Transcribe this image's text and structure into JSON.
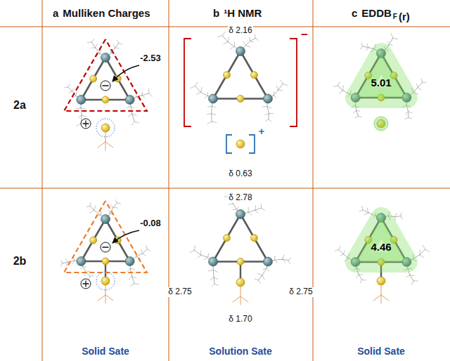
{
  "diagram": {
    "nodes": [
      {
        "text": [
          "5.01"
        ]
      },
      {
        "text": [
          "4.46"
        ]
      }
    ],
    "labels": [
      "a",
      "Mulliken Charges",
      "b",
      "¹H NMR",
      "c",
      "EDDB",
      "F",
      "(r)",
      "2a",
      "2b",
      "-2.53",
      "−",
      "δ 2.16",
      "+",
      "δ 0.63",
      "-0.08",
      "δ 2.78",
      "δ 2.75",
      "δ 2.75",
      "δ 1.70",
      "Solid Sate",
      "Solution Sate",
      "Solid Sate"
    ]
  }
}
